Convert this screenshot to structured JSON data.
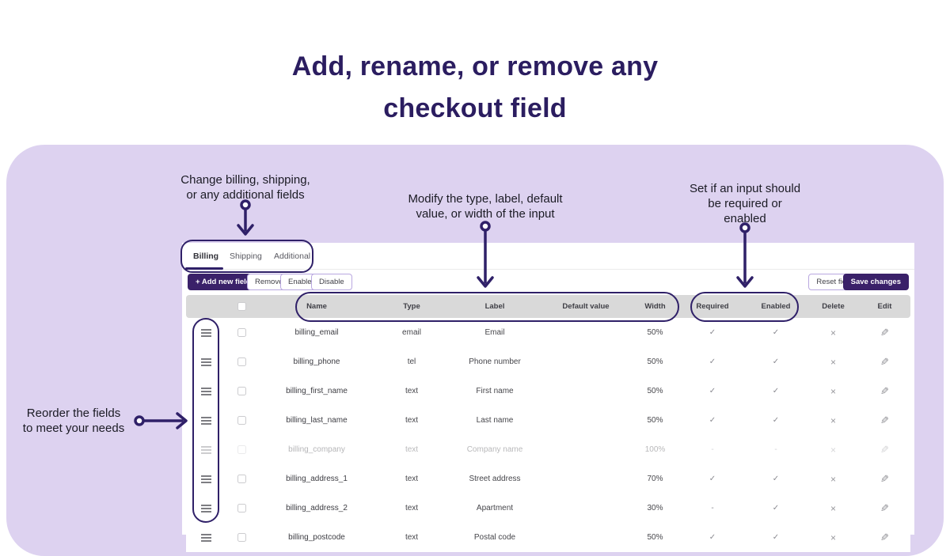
{
  "hero": {
    "title": "Add, rename, or remove any\ncheckout field"
  },
  "annotations": {
    "change_fields": "Change billing, shipping,\nor any additional fields",
    "modify_input": "Modify the type, label, default\nvalue, or width of the input",
    "required_enabled": "Set if an input should\nbe required or\nenabled",
    "reorder": "Reorder the fields\nto meet your needs"
  },
  "tabs": [
    {
      "label": "Billing"
    },
    {
      "label": "Shipping"
    },
    {
      "label": "Additional"
    }
  ],
  "toolbar": {
    "add_new_field": "+ Add new field",
    "remove": "Remove",
    "enable": "Enable",
    "disable": "Disable",
    "reset_fields": "Reset fields",
    "save_changes": "Save changes"
  },
  "table": {
    "headers": {
      "name": "Name",
      "type": "Type",
      "label": "Label",
      "default_value": "Default value",
      "width": "Width",
      "required": "Required",
      "enabled": "Enabled",
      "delete": "Delete",
      "edit": "Edit"
    },
    "glyphs": {
      "delete": "×",
      "edit": "✎"
    },
    "rows": [
      {
        "name": "billing_email",
        "type": "email",
        "label": "Email",
        "default_value": "",
        "width": "50%",
        "required": "✓",
        "enabled": "✓"
      },
      {
        "name": "billing_phone",
        "type": "tel",
        "label": "Phone number",
        "default_value": "",
        "width": "50%",
        "required": "✓",
        "enabled": "✓"
      },
      {
        "name": "billing_first_name",
        "type": "text",
        "label": "First name",
        "default_value": "",
        "width": "50%",
        "required": "✓",
        "enabled": "✓"
      },
      {
        "name": "billing_last_name",
        "type": "text",
        "label": "Last name",
        "default_value": "",
        "width": "50%",
        "required": "✓",
        "enabled": "✓"
      },
      {
        "name": "billing_company",
        "type": "text",
        "label": "Company name",
        "default_value": "",
        "width": "100%",
        "required": "-",
        "enabled": "-"
      },
      {
        "name": "billing_address_1",
        "type": "text",
        "label": "Street address",
        "default_value": "",
        "width": "70%",
        "required": "✓",
        "enabled": "✓"
      },
      {
        "name": "billing_address_2",
        "type": "text",
        "label": "Apartment",
        "default_value": "",
        "width": "30%",
        "required": "-",
        "enabled": "✓"
      },
      {
        "name": "billing_postcode",
        "type": "text",
        "label": "Postal code",
        "default_value": "",
        "width": "50%",
        "required": "✓",
        "enabled": "✓"
      }
    ]
  },
  "colors": {
    "accent": "#2f2068",
    "button_purple": "#3a2169",
    "backdrop": "#ddd2f0",
    "header_gray": "#d9d9d9",
    "title": "#2b1d60"
  }
}
